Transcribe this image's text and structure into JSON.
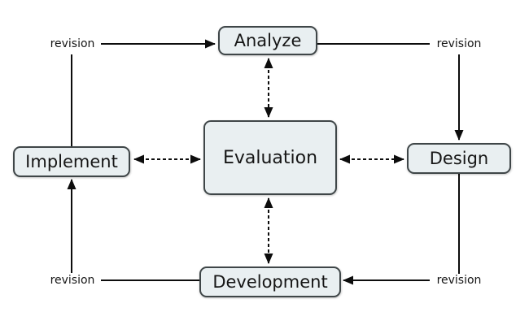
{
  "diagram": {
    "nodes": {
      "analyze": {
        "label": "Analyze"
      },
      "design": {
        "label": "Design"
      },
      "development": {
        "label": "Development"
      },
      "implement": {
        "label": "Implement"
      },
      "evaluation": {
        "label": "Evaluation"
      }
    },
    "edge_labels": {
      "top_left": "revision",
      "top_right": "revision",
      "bottom_left": "revision",
      "bottom_right": "revision"
    }
  },
  "colors": {
    "background": "#ffffff",
    "node_fill": "#e9eff1",
    "node_border": "#3f4648",
    "line": "#0d0d0d",
    "text": "#161616"
  }
}
